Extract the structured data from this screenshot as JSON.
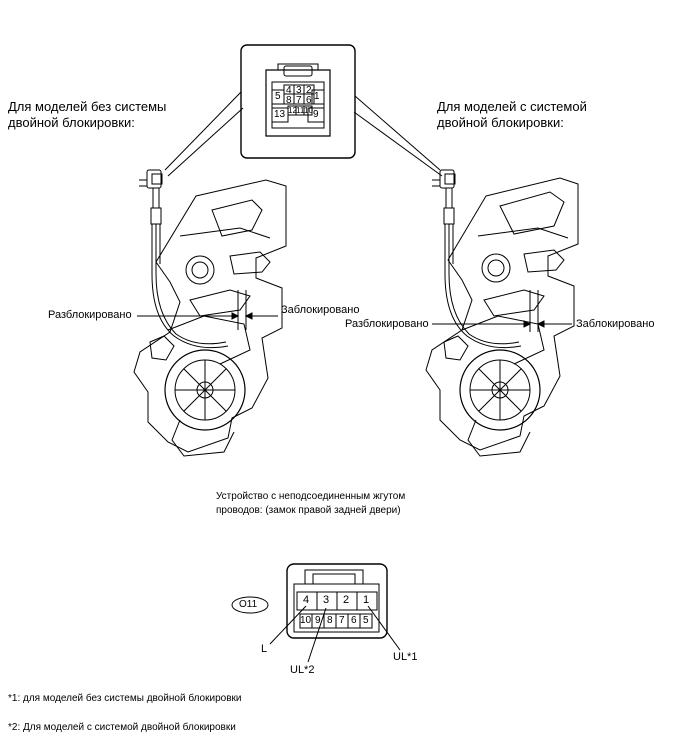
{
  "left_caption": {
    "line1": "Для моделей без системы",
    "line2": "двойной блокировки:"
  },
  "right_caption": {
    "line1": "Для моделей с системой",
    "line2": "двойной блокировки:"
  },
  "inset_connector": {
    "pins_top": [
      "4",
      "3",
      "2"
    ],
    "pins_mid": [
      "5",
      "8",
      "7",
      "6",
      "1"
    ],
    "pins_bottom": [
      "13",
      "12",
      "11",
      "10",
      "9"
    ]
  },
  "left_assembly": {
    "unlocked_label": "Разблокировано",
    "locked_label": "Заблокировано"
  },
  "right_assembly": {
    "unlocked_label": "Разблокировано",
    "locked_label": "Заблокировано"
  },
  "device_caption": {
    "line1": "Устройство с неподсоединенным жгутом",
    "line2": "проводов: (замок правой задней двери)"
  },
  "connector": {
    "code": "O11",
    "pins_top": [
      "4",
      "3",
      "2",
      "1"
    ],
    "pins_bottom": [
      "10",
      "9",
      "8",
      "7",
      "6",
      "5"
    ],
    "callout_l": "L",
    "callout_ul2": "UL*2",
    "callout_ul1": "UL*1"
  },
  "footnotes": {
    "note1": "*1: для моделей без системы двойной блокировки",
    "note2": "*2: Для моделей с системой двойной блокировки"
  }
}
